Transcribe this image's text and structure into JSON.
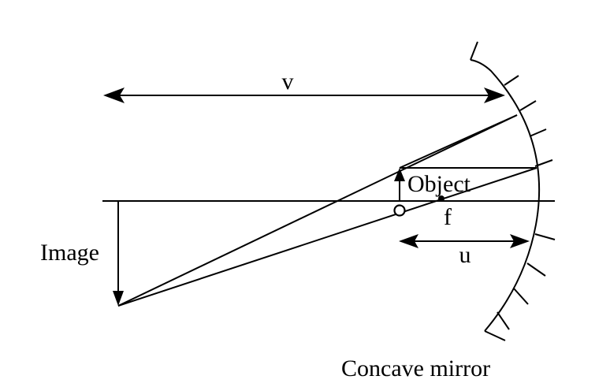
{
  "labels": {
    "v": "v",
    "u": "u",
    "f": "f",
    "object": "Object",
    "image": "Image",
    "mirror": "Concave mirror"
  },
  "colors": {
    "ink": "#000000",
    "background": "#ffffff"
  }
}
